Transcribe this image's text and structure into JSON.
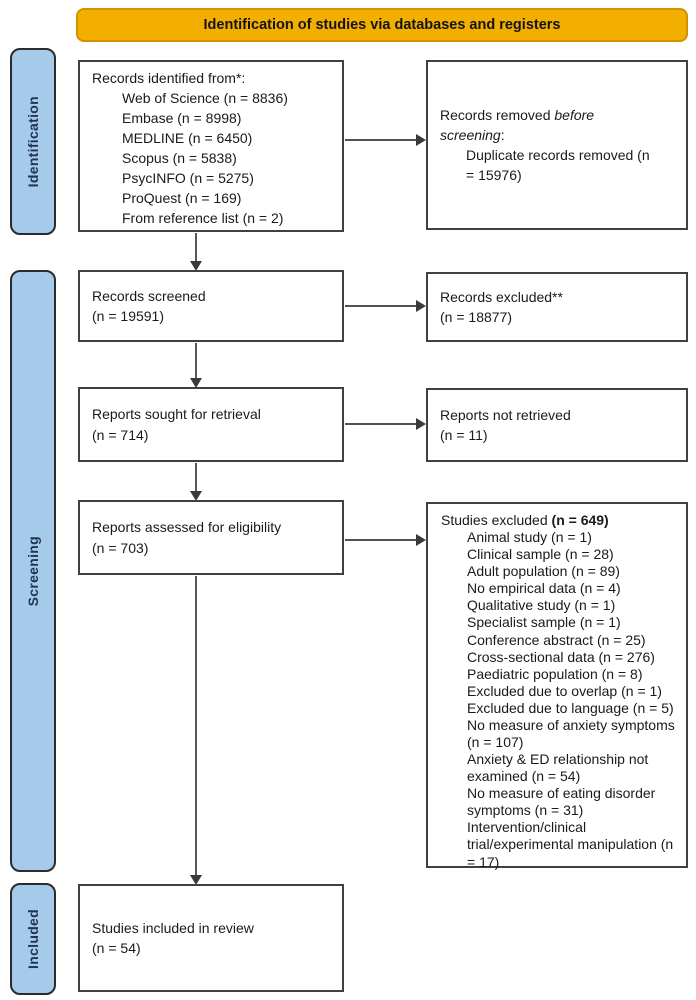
{
  "banner": {
    "title": "Identification of studies via databases and registers"
  },
  "colors": {
    "banner_fill": "#F2AF00",
    "banner_border": "#D29200",
    "stage_fill": "#A6CAEA",
    "stage_border": "#2B2B2B",
    "stage_text": "#1F3553",
    "box_border": "#404040",
    "arrow": "#3A3A3A"
  },
  "stages": [
    {
      "label": "Identification"
    },
    {
      "label": "Screening"
    },
    {
      "label": "Included"
    }
  ],
  "boxes": {
    "identified": {
      "title": "Records identified from*:",
      "items": [
        "Web of Science (n = 8836)",
        "Embase (n = 8998)",
        "MEDLINE (n = 6450)",
        "Scopus (n = 5838)",
        "PsycINFO (n = 5275)",
        "ProQuest (n = 169)",
        "From reference list (n = 2)"
      ]
    },
    "removed": {
      "title_prefix": "Records removed ",
      "title_italic": "before screening",
      "title_suffix": ":",
      "items": [
        "Duplicate records removed (n = 15976)"
      ]
    },
    "screened": {
      "text": "Records screened\n(n = 19591)"
    },
    "excluded": {
      "text": "Records excluded**\n(n = 18877)"
    },
    "sought": {
      "text": "Reports sought for retrieval\n(n = 714)"
    },
    "not_retrieved": {
      "text": "Reports not retrieved\n(n = 11)"
    },
    "assessed": {
      "text": "Reports assessed for eligibility\n(n = 703)"
    },
    "studies_excluded": {
      "title_prefix": "Studies excluded ",
      "title_bold": "(n = 649)",
      "items": [
        "Animal study (n = 1)",
        "Clinical sample (n = 28)",
        "Adult population (n = 89)",
        "No empirical data (n = 4)",
        "Qualitative study (n = 1)",
        "Specialist sample (n = 1)",
        "Conference abstract (n = 25)",
        "Cross-sectional data (n = 276)",
        "Paediatric population (n = 8)",
        "Excluded due to overlap (n = 1)",
        "Excluded due to language (n = 5)",
        "No measure of anxiety symptoms (n = 107)",
        "Anxiety & ED relationship not examined (n = 54)",
        "No measure of eating disorder symptoms (n = 31)",
        "Intervention/clinical trial/experimental manipulation (n = 17)"
      ]
    },
    "included_box": {
      "text": "Studies included in review\n(n = 54)"
    }
  }
}
